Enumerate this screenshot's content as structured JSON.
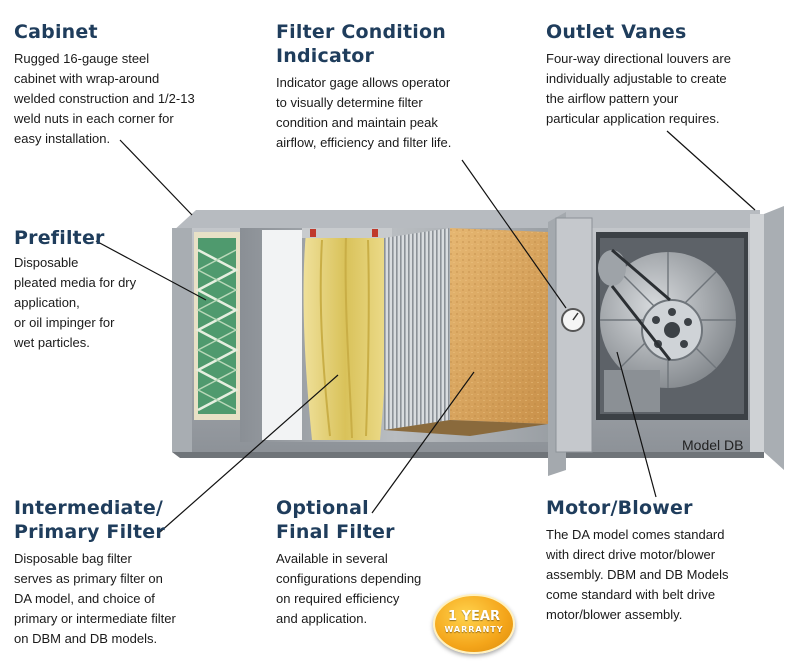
{
  "callouts": {
    "cabinet": {
      "title": "Cabinet",
      "lines": [
        "Rugged 16-gauge steel",
        "cabinet with wrap-around",
        "welded construction and 1/2-13",
        "weld nuts in each corner for",
        "easy installation."
      ]
    },
    "filter_indicator": {
      "title_lines": [
        "Filter Condition",
        "Indicator"
      ],
      "lines": [
        "Indicator gage allows operator",
        "to visually determine filter",
        "condition and maintain peak",
        "airflow, efficiency and filter life."
      ]
    },
    "outlet_vanes": {
      "title": "Outlet Vanes",
      "lines": [
        "Four-way directional louvers are",
        "individually adjustable to create",
        "the airflow pattern your",
        "particular application requires."
      ]
    },
    "prefilter": {
      "title": "Prefilter",
      "lines": [
        "Disposable",
        "pleated media for dry",
        "application,",
        "or oil impinger for",
        "wet particles."
      ]
    },
    "intermediate": {
      "title_lines": [
        "Intermediate/",
        "Primary Filter"
      ],
      "lines": [
        "Disposable bag filter",
        "serves as primary filter on",
        "DA model, and choice of",
        "primary or intermediate filter",
        "on DBM and DB models."
      ]
    },
    "final_filter": {
      "title_lines": [
        "Optional",
        "Final Filter"
      ],
      "lines": [
        "Available in several",
        "configurations depending",
        "on required efficiency",
        "and application."
      ]
    },
    "motor": {
      "title": "Motor/Blower",
      "lines": [
        "The DA model comes standard",
        "with direct drive motor/blower",
        "assembly. DBM and DB Models",
        "come standard with belt drive",
        "motor/blower assembly."
      ]
    }
  },
  "model_label": "Model DB",
  "warranty": {
    "line1": "1 YEAR",
    "line2": "WARRANTY"
  },
  "colors": {
    "heading": "#1f3d5c",
    "cabinet": "#9ea3a9",
    "prefilter": "#4f9a6e",
    "bag_filter": "#e2cf6a",
    "final_filter": "#d8a460",
    "badge": "#f4a51a"
  }
}
